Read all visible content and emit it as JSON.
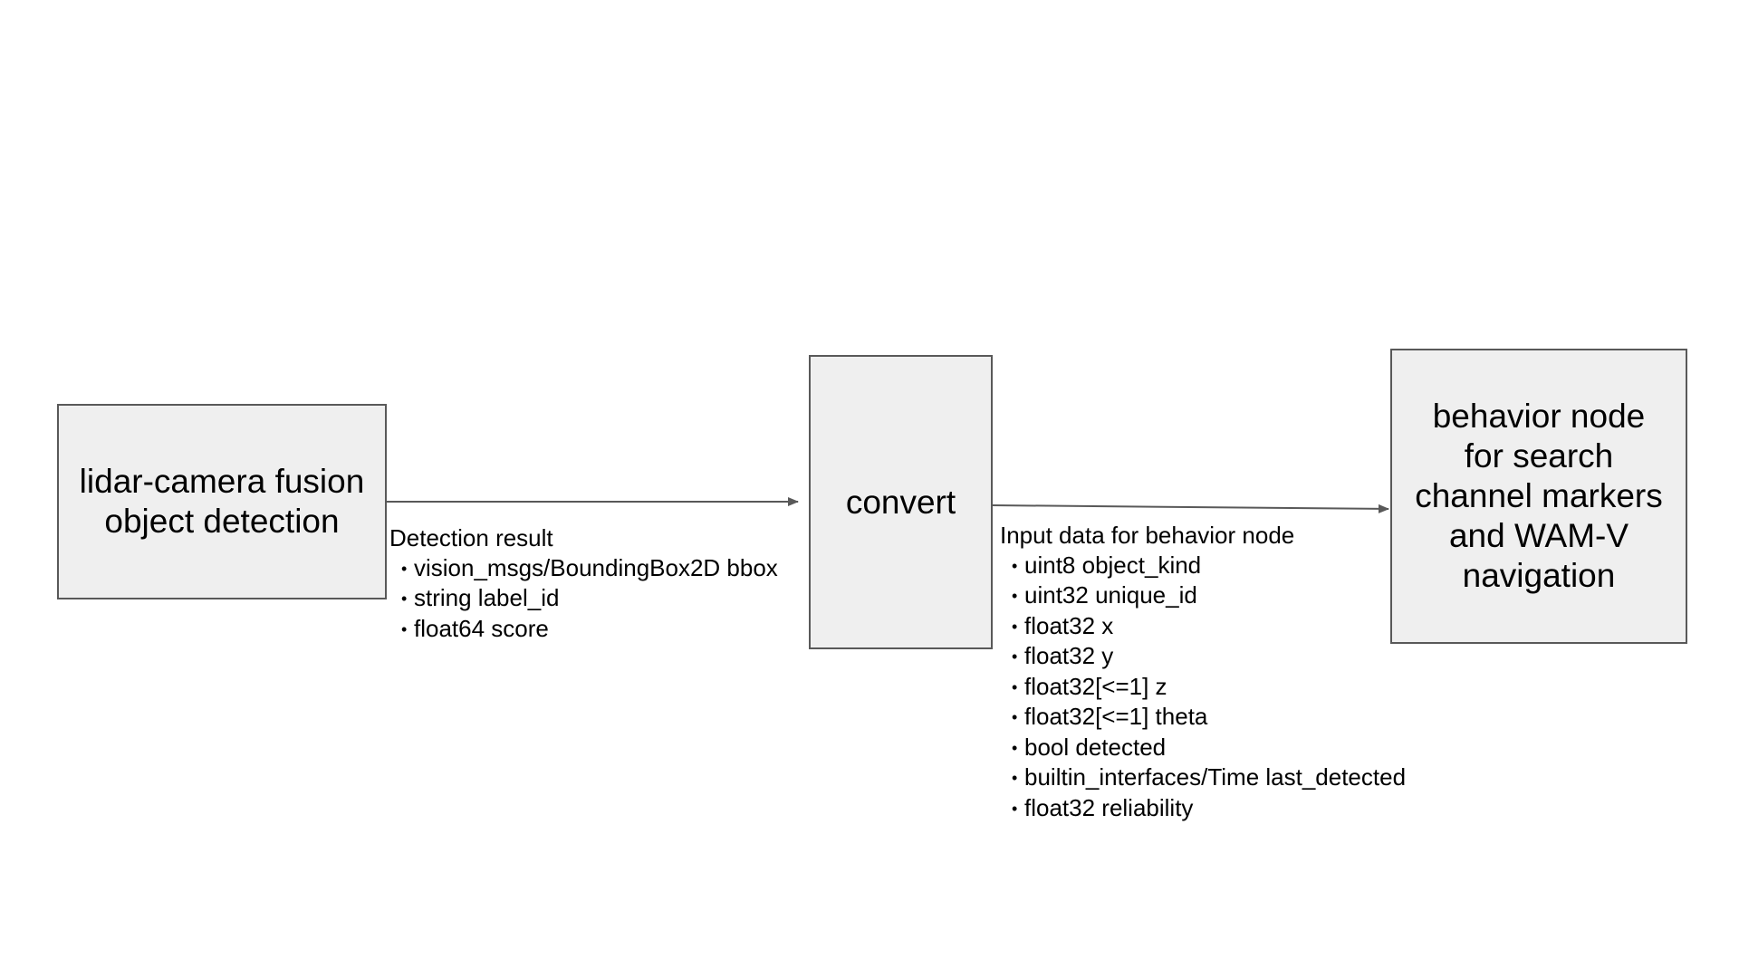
{
  "nodes": {
    "detection": {
      "label": "lidar-camera fusion\nobject detection"
    },
    "convert": {
      "label": "convert"
    },
    "behavior": {
      "label": "behavior node\nfor search\nchannel markers\nand WAM-V\nnavigation"
    }
  },
  "edges": {
    "detection_to_convert": {
      "title": "Detection result",
      "fields": [
        "vision_msgs/BoundingBox2D bbox",
        "string label_id",
        "float64 score"
      ]
    },
    "convert_to_behavior": {
      "title": "Input data for behavior node",
      "fields": [
        "uint8 object_kind",
        "uint32 unique_id",
        "float32 x",
        "float32 y",
        "float32[<=1] z",
        "float32[<=1] theta",
        "bool detected",
        "builtin_interfaces/Time last_detected",
        "float32 reliability"
      ]
    }
  },
  "bullet_glyph": "•",
  "colors": {
    "box_fill": "#efefef",
    "box_border": "#595959",
    "arrow": "#595959",
    "text": "#000000",
    "background": "#ffffff"
  }
}
